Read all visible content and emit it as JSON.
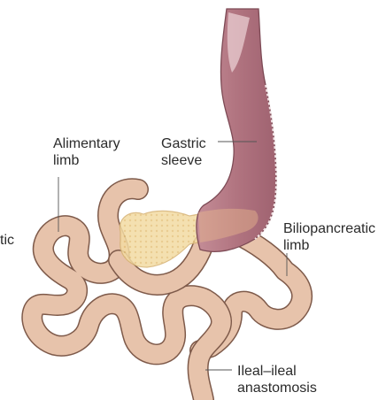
{
  "labels": {
    "alimentary_line1": "Alimentary",
    "alimentary_line2": "limb",
    "gastric_line1": "Gastric",
    "gastric_line2": "sleeve",
    "left_fragment": "tic",
    "bilio_line1": "Biliopancreatic",
    "bilio_line2": "limb",
    "ileal_line1": "Ileal–ileal",
    "ileal_line2": "anastomosis"
  },
  "colors": {
    "stomach_fill": "#b87b86",
    "stomach_light": "#d8aeb5",
    "intestine_fill": "#e7c3ab",
    "intestine_stroke": "#7e5a4a",
    "pancreas_fill": "#f3dba3",
    "leader_line": "#555555"
  }
}
